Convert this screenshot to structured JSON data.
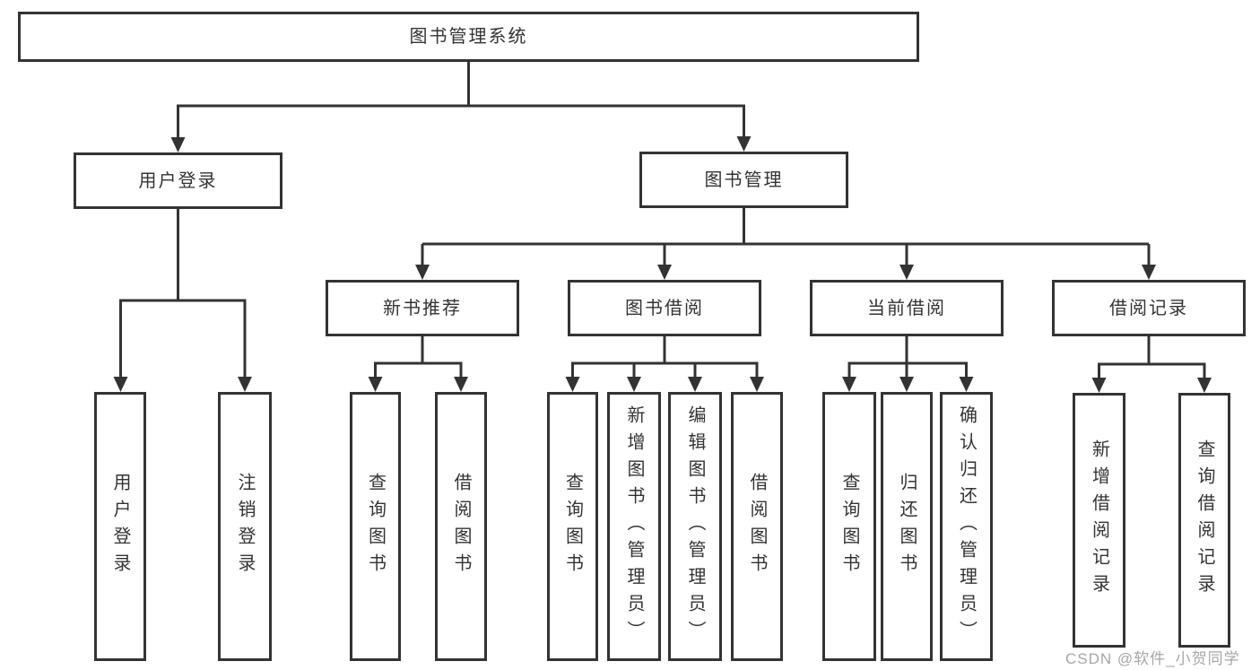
{
  "diagram": {
    "root": {
      "label": "图书管理系统"
    },
    "branches": [
      {
        "label": "用户登录",
        "children": [
          {
            "label": "用户登录"
          },
          {
            "label": "注销登录"
          }
        ]
      },
      {
        "label": "图书管理",
        "children": [
          {
            "label": "新书推荐",
            "children": [
              {
                "label": "查询图书"
              },
              {
                "label": "借阅图书"
              }
            ]
          },
          {
            "label": "图书借阅",
            "children": [
              {
                "label": "查询图书"
              },
              {
                "label": "新增图书（管理员）"
              },
              {
                "label": "编辑图书（管理员）"
              },
              {
                "label": "借阅图书"
              }
            ]
          },
          {
            "label": "当前借阅",
            "children": [
              {
                "label": "查询图书"
              },
              {
                "label": "归还图书"
              },
              {
                "label": "确认归还（管理员）"
              }
            ]
          },
          {
            "label": "借阅记录",
            "children": [
              {
                "label": "新增借阅记录"
              },
              {
                "label": "查询借阅记录"
              }
            ]
          }
        ]
      }
    ]
  },
  "watermark": {
    "text": "CSDN @软件_小贺同学"
  },
  "colors": {
    "line": "#333333",
    "node_border": "#333333",
    "text": "#333333",
    "watermark": "#a6a6a6",
    "background": "#ffffff"
  }
}
